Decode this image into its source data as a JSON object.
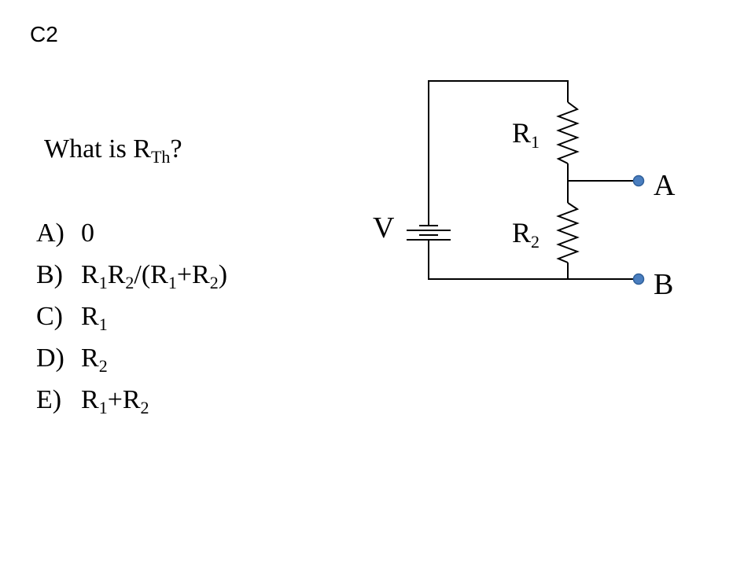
{
  "slide_label": "C2",
  "question": {
    "text": "What is R",
    "sub": "Th",
    "suffix": "?"
  },
  "choices": [
    {
      "letter": "A)",
      "parts": [
        {
          "t": "0"
        }
      ]
    },
    {
      "letter": "B)",
      "parts": [
        {
          "t": "R"
        },
        {
          "s": "1"
        },
        {
          "t": "R"
        },
        {
          "s": "2"
        },
        {
          "t": "/(R"
        },
        {
          "s": "1"
        },
        {
          "t": "+R"
        },
        {
          "s": "2"
        },
        {
          "t": ")"
        }
      ]
    },
    {
      "letter": "C)",
      "parts": [
        {
          "t": "R"
        },
        {
          "s": "1"
        }
      ]
    },
    {
      "letter": "D)",
      "parts": [
        {
          "t": "R"
        },
        {
          "s": "2"
        }
      ]
    },
    {
      "letter": "E)",
      "parts": [
        {
          "t": "R"
        },
        {
          "s": "1"
        },
        {
          "t": "+R"
        },
        {
          "s": "2"
        }
      ]
    }
  ],
  "circuit": {
    "source_label": "V",
    "r1_label": "R",
    "r1_sub": "1",
    "r2_label": "R",
    "r2_sub": "2",
    "terminal_a": "A",
    "terminal_b": "B",
    "terminal_color": "#4a7ebf",
    "terminal_stroke": "#2f5f99"
  }
}
